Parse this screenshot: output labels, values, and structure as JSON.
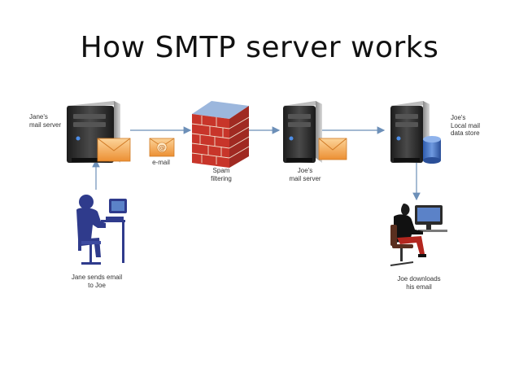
{
  "slide": {
    "title": "How SMTP server works"
  },
  "diagram": {
    "labels": {
      "jane_server": "Jane's\nmail server",
      "email": "e-mail",
      "spam": "Spam\nfiltering",
      "joe_server": "Joe's\nmail server",
      "joe_store": "Joe's\nLocal mail\ndata store",
      "jane_user": "Jane sends email\nto Joe",
      "joe_user": "Joe downloads\nhis email"
    },
    "email_symbol": "@"
  },
  "colors": {
    "connector": "#6c8fb8",
    "server_dark": "#2b2b2b",
    "envelope": "#f2a24a",
    "brick": "#c8352a",
    "user_silhouette": "#2f3b8c",
    "monitor_screen": "#5b82c8",
    "storage": "#3f6fc0"
  }
}
